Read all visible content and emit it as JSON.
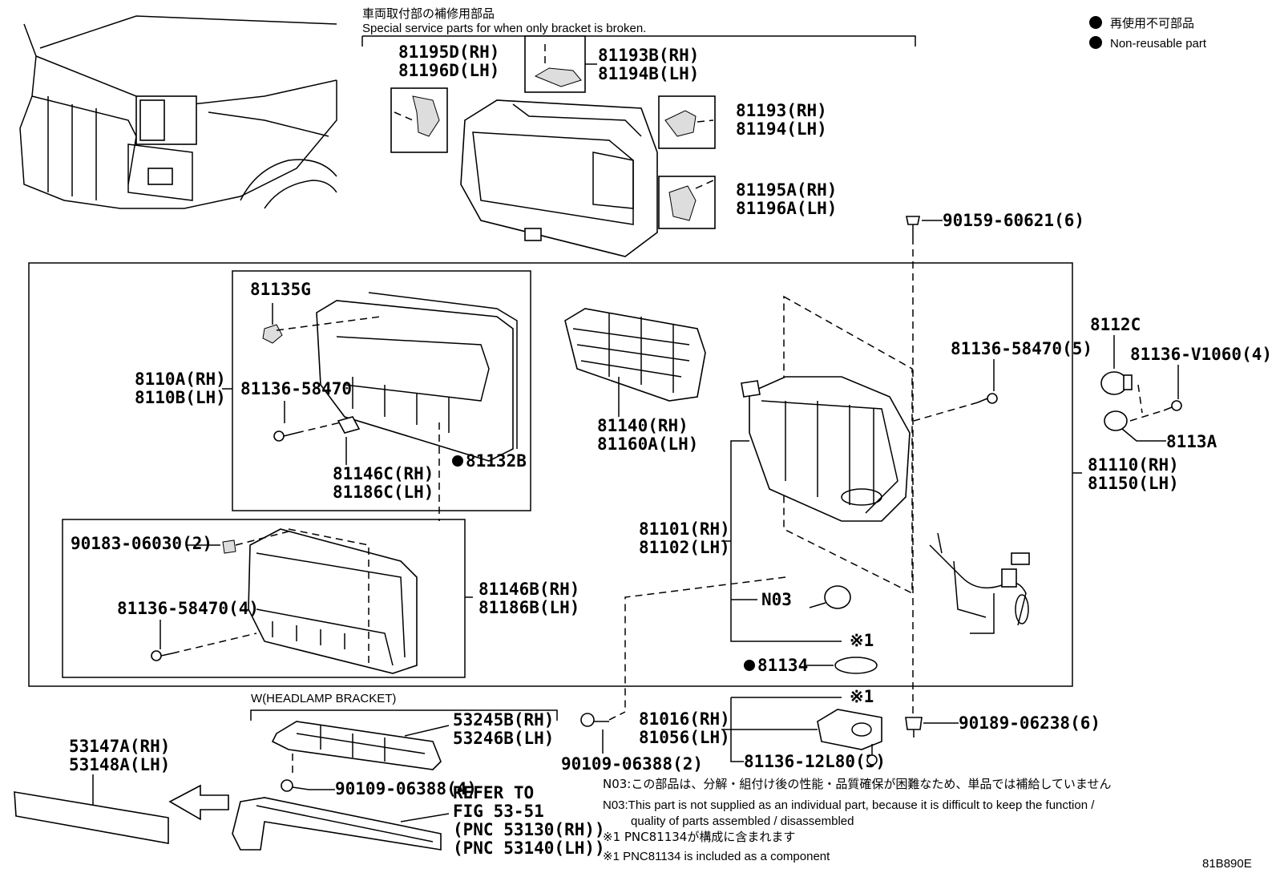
{
  "header": {
    "title_jp": "車両取付部の補修用部品",
    "title_en": "Special service parts for when only bracket is broken."
  },
  "legend": {
    "jp": "再使用不可部品",
    "en": "Non-reusable part"
  },
  "labels": {
    "p81195D": "81195D(RH)",
    "p81196D": "81196D(LH)",
    "p81193B": "81193B(RH)",
    "p81194B": "81194B(LH)",
    "p81193": "81193(RH)",
    "p81194": "81194(LH)",
    "p81195A": "81195A(RH)",
    "p81196A": "81196A(LH)",
    "p90159": "90159-60621(6)",
    "p81135G": "81135G",
    "p8110A": "8110A(RH)",
    "p8110B": "8110B(LH)",
    "p81136a": "81136-58470",
    "p81146C": "81146C(RH)",
    "p81186C": "81186C(LH)",
    "p81132B": "81132B",
    "p81140": "81140(RH)",
    "p81160A": "81160A(LH)",
    "p81136b": "81136-58470(5)",
    "p8112C": "8112C",
    "p81136V": "81136-V1060(4)",
    "p8113A": "8113A",
    "p81110": "81110(RH)",
    "p81150": "81150(LH)",
    "p81101": "81101(RH)",
    "p81102": "81102(LH)",
    "pN03": "N03",
    "mark1a": "※1",
    "p81134": "81134",
    "p90183": "90183-06030(2)",
    "p81146B": "81146B(RH)",
    "p81186B": "81186B(LH)",
    "p81136c": "81136-58470(4)",
    "wbracket": "W(HEADLAMP BRACKET)",
    "p53245B": "53245B(RH)",
    "p53246B": "53246B(LH)",
    "p53147A": "53147A(RH)",
    "p53148A": "53148A(LH)",
    "p90109a": "90109-06388(4)",
    "p90109b": "90109-06388(2)",
    "mark1b": "※1",
    "p81016": "81016(RH)",
    "p81056": "81056(LH)",
    "p81136d": "81136-12L80(3)",
    "p90189": "90189-06238(6)",
    "refer1": "REFER TO",
    "refer2": "FIG 53-51",
    "refer3": "(PNC 53130(RH))",
    "refer4": "(PNC 53140(LH))"
  },
  "notes": {
    "n1": "N03:この部品は、分解・組付け後の性能・品質確保が困難なため、単品では補給していません",
    "n2": "N03:This part is not supplied as an individual part, because it is difficult to keep the function /",
    "n3": "quality of parts assembled / disassembled",
    "n4": "※1 PNC81134が構成に含まれます",
    "n5": "※1 PNC81134 is included as a component"
  },
  "figure_code": "81B890E"
}
